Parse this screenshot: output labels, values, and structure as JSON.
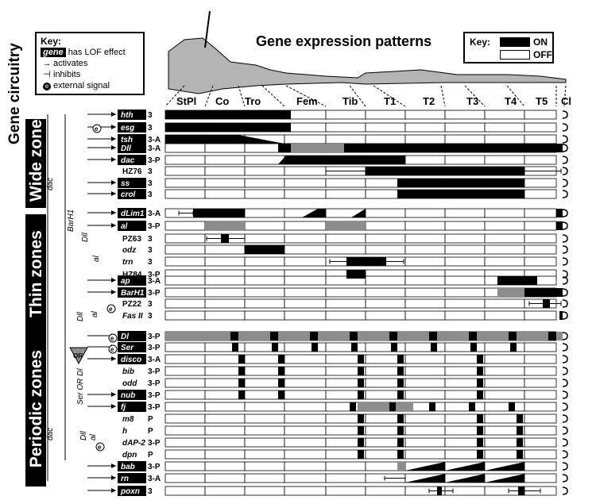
{
  "title": "Gene expression patterns",
  "side_title": "Gene circuitry",
  "zones": [
    "Wide zones",
    "Thin zones",
    "Periodic zones"
  ],
  "key_circuit": {
    "title": "Key:",
    "gene_sample": "gene",
    "lines": [
      "has LOF effect",
      "activates",
      "inhibits",
      "external signal"
    ],
    "signal_symbol": "e"
  },
  "key_expression": {
    "title": "Key:",
    "on": "ON",
    "off": "OFF"
  },
  "segments": [
    "StPl",
    "Co",
    "Tro",
    "Fem",
    "Tib",
    "T1",
    "T2",
    "T3",
    "T4",
    "T5",
    "Cl"
  ],
  "pathway_labels": [
    "dac",
    "BarH1",
    "Dll",
    "al",
    "Dll",
    "al",
    "Ser OR Dl",
    "dac",
    "Dll",
    "al"
  ],
  "or_label": "OR",
  "colors": {
    "on": "#000000",
    "partial": "#8c8c8c",
    "off": "#ffffff",
    "leg": "#b4b4b4"
  },
  "rows": [
    {
      "gene": "hth",
      "boxed": true,
      "italic": true,
      "code": "3"
    },
    {
      "gene": "esg",
      "boxed": true,
      "italic": true,
      "code": "3"
    },
    {
      "gene": "tsh",
      "boxed": true,
      "italic": true,
      "code": "3-A"
    },
    {
      "gene": "Dll",
      "boxed": true,
      "italic": true,
      "code": "3-A"
    },
    {
      "gene": "dac",
      "boxed": true,
      "italic": true,
      "code": "3-P"
    },
    {
      "gene": "HZ76",
      "boxed": false,
      "italic": false,
      "code": "3"
    },
    {
      "gene": "ss",
      "boxed": true,
      "italic": true,
      "code": "3"
    },
    {
      "gene": "crol",
      "boxed": true,
      "italic": true,
      "code": "3"
    },
    {
      "gene": "dLim1",
      "boxed": true,
      "italic": true,
      "code": "3-A"
    },
    {
      "gene": "al",
      "boxed": true,
      "italic": true,
      "code": "3-P"
    },
    {
      "gene": "PZ63",
      "boxed": false,
      "italic": false,
      "code": "3"
    },
    {
      "gene": "odz",
      "boxed": false,
      "italic": true,
      "code": "3"
    },
    {
      "gene": "trn",
      "boxed": false,
      "italic": true,
      "code": "3"
    },
    {
      "gene": "HZ84",
      "boxed": false,
      "italic": false,
      "code": "3-P"
    },
    {
      "gene": "ap",
      "boxed": true,
      "italic": true,
      "code": "3-A"
    },
    {
      "gene": "BarH1",
      "boxed": true,
      "italic": true,
      "code": "3-P"
    },
    {
      "gene": "PZ22",
      "boxed": false,
      "italic": false,
      "code": "3"
    },
    {
      "gene": "Fas II",
      "boxed": false,
      "italic": true,
      "code": "3"
    },
    {
      "gene": "Dl",
      "boxed": true,
      "italic": true,
      "code": "3-P"
    },
    {
      "gene": "Ser",
      "boxed": true,
      "italic": true,
      "code": "3-P"
    },
    {
      "gene": "disco",
      "boxed": true,
      "italic": true,
      "code": "3-A"
    },
    {
      "gene": "bib",
      "boxed": false,
      "italic": true,
      "code": "3-P"
    },
    {
      "gene": "odd",
      "boxed": false,
      "italic": true,
      "code": "3-P"
    },
    {
      "gene": "nub",
      "boxed": true,
      "italic": true,
      "code": "3-P"
    },
    {
      "gene": "fj",
      "boxed": true,
      "italic": true,
      "code": "3-P"
    },
    {
      "gene": "m8",
      "boxed": false,
      "italic": true,
      "code": "P"
    },
    {
      "gene": "h",
      "boxed": false,
      "italic": true,
      "code": "P"
    },
    {
      "gene": "dAP-2",
      "boxed": false,
      "italic": true,
      "code": "3-P"
    },
    {
      "gene": "dpn",
      "boxed": false,
      "italic": true,
      "code": "P"
    },
    {
      "gene": "bab",
      "boxed": true,
      "italic": true,
      "code": "3-P"
    },
    {
      "gene": "rn",
      "boxed": true,
      "italic": true,
      "code": "3-A"
    },
    {
      "gene": "poxn",
      "boxed": true,
      "italic": true,
      "code": "3"
    }
  ]
}
